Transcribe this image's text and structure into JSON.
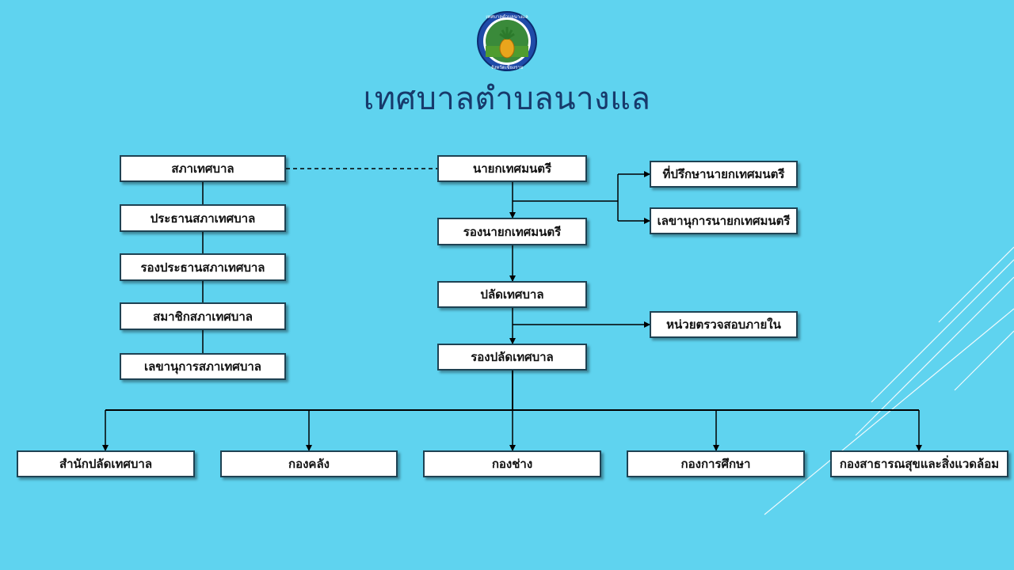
{
  "title": "เทศบาลตำบลนางแล",
  "logo": {
    "text_top": "เทศบาลตำบลนางแล",
    "text_bottom": "จังหวัดเชียงราย"
  },
  "council": [
    "สภาเทศบาล",
    "ประธานสภาเทศบาล",
    "รองประธานสภาเทศบาล",
    "สมาชิกสภาเทศบาล",
    "เลขานุการสภาเทศบาล"
  ],
  "executive": {
    "mayor": "นายกเทศมนตรี",
    "deputy_mayor": "รองนายกเทศมนตรี",
    "clerk": "ปลัดเทศบาล",
    "deputy_clerk": "รองปลัดเทศบาล",
    "advisor": "ที่ปรึกษานายกเทศมนตรี",
    "secretary": "เลขานุการนายกเทศมนตรี",
    "audit": "หน่วยตรวจสอบภายใน"
  },
  "divisions": [
    "สำนักปลัดเทศบาล",
    "กองคลัง",
    "กองช่าง",
    "กองการศึกษา",
    "กองสาธารณสุขและสิ่งแวดล้อม"
  ],
  "colors": {
    "background": "#5fd3ef",
    "title": "#173a6b",
    "box_border": "#1e4253",
    "line": "#000000"
  }
}
